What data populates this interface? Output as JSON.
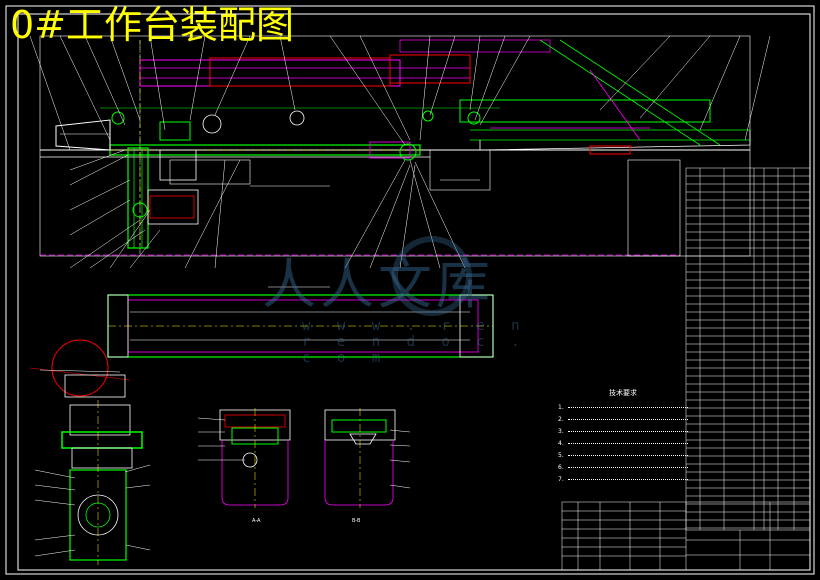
{
  "drawing": {
    "title": "0#工作台装配图",
    "watermark_text": "人人文库",
    "watermark_url": "w w w . r e n r e n d o c . c o m",
    "notes_title": "技术要求",
    "notes_items": [
      "1.",
      "2.",
      "3.",
      "4.",
      "5.",
      "6.",
      "7."
    ],
    "section_labels": [
      "A-A",
      "B-B"
    ]
  },
  "colors": {
    "background": "#000000",
    "frame": "#ffffff",
    "title": "#ffff00",
    "part_green": "#00ff00",
    "part_magenta": "#ff00ff",
    "part_red": "#ff0000",
    "centerline_yellow": "#ffff00",
    "watermark": "#3a6f9a"
  },
  "icons": {
    "watermark_logo": "watermark-logo-icon"
  }
}
